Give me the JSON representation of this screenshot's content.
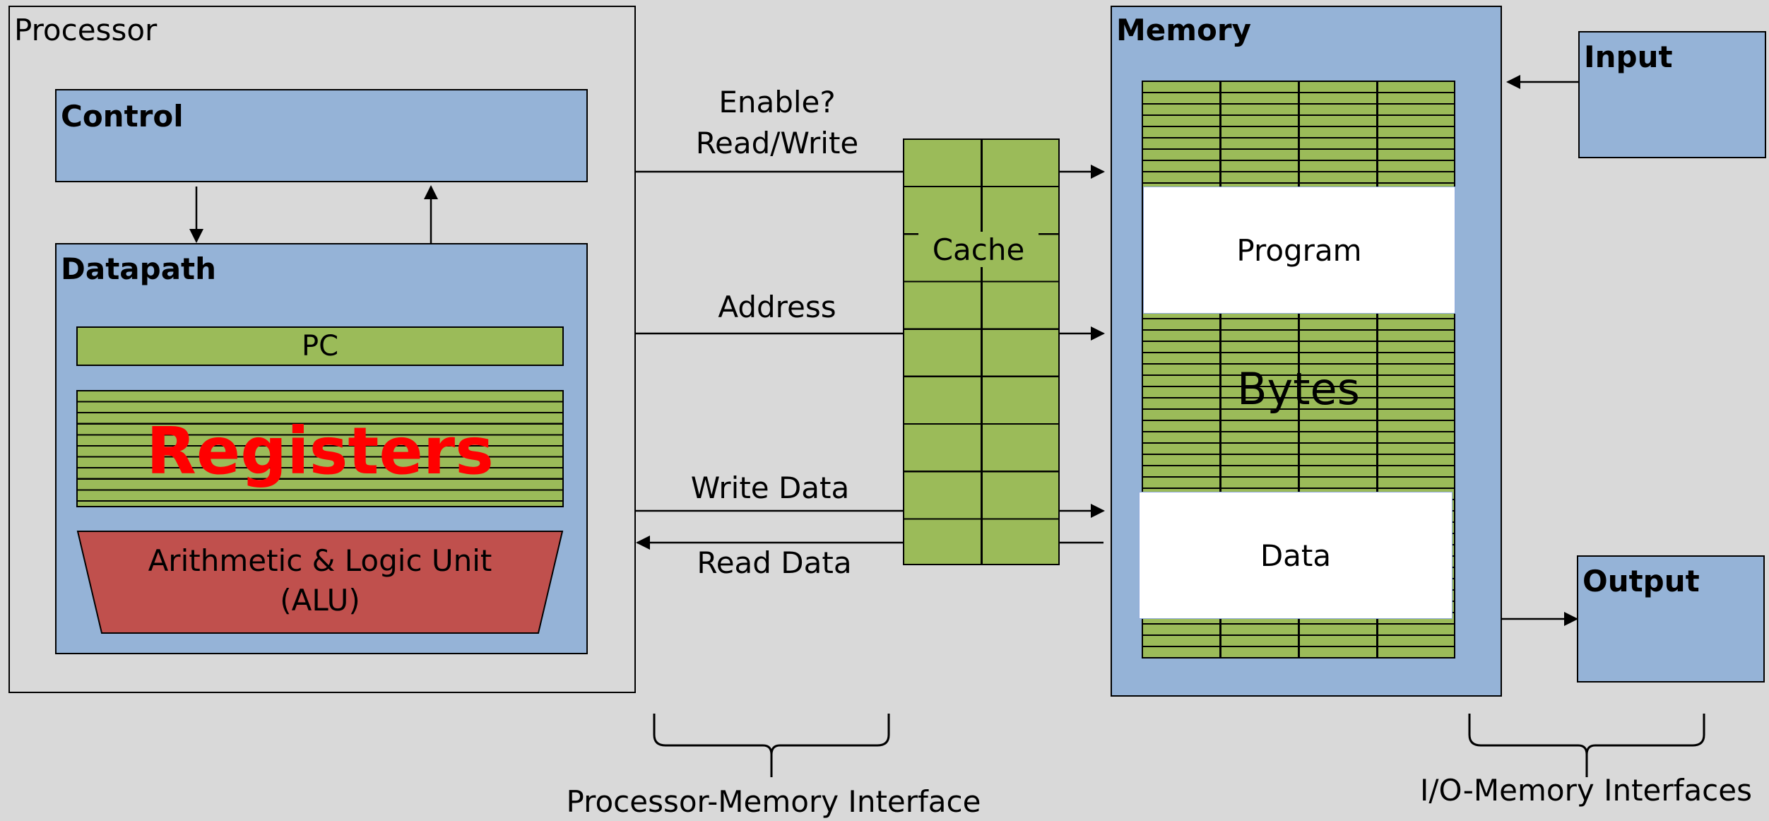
{
  "processor": {
    "title": "Processor",
    "control": {
      "title": "Control"
    },
    "datapath": {
      "title": "Datapath",
      "pc": "PC",
      "registers": "Registers",
      "alu_line1": "Arithmetic & Logic Unit",
      "alu_line2": "(ALU)"
    }
  },
  "signals": {
    "enable": "Enable?",
    "read_write": "Read/Write",
    "address": "Address",
    "write_data": "Write Data",
    "read_data": "Read Data"
  },
  "cache": {
    "label": "Cache"
  },
  "memory": {
    "title": "Memory",
    "program": "Program",
    "bytes": "Bytes",
    "data": "Data"
  },
  "io": {
    "input": "Input",
    "output": "Output"
  },
  "interfaces": {
    "processor_memory": "Processor-Memory Interface",
    "io_memory": "I/O-Memory Interfaces"
  },
  "colors": {
    "background": "#d9d9d9",
    "blue": "#95b3d7",
    "green": "#9bbb59",
    "alu_red": "#c0504d",
    "registers_text": "#ff0000"
  }
}
